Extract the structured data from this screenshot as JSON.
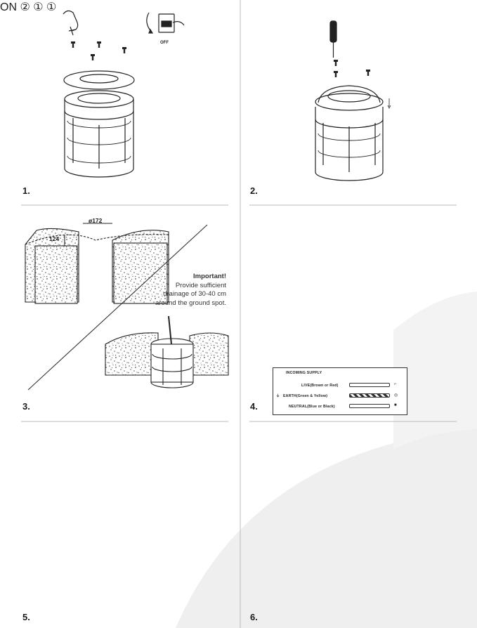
{
  "steps": [
    {
      "number": "1."
    },
    {
      "number": "2."
    },
    {
      "number": "3."
    },
    {
      "number": "4."
    },
    {
      "number": "5."
    },
    {
      "number": "6."
    }
  ],
  "switch_off_label": "OFF",
  "switch_on_label": "ON",
  "dimensions": {
    "diameter": "ø172",
    "depth": "124"
  },
  "important": {
    "title": "Important!",
    "lines": [
      "Provide sufficient",
      "drainage of 30-40 cm",
      "around the ground spot."
    ]
  },
  "wiring": {
    "title": "INCOMING SUPPLY",
    "live": "LIVE(Brown or Red)",
    "earth": "EARTH(Green & Yellow)",
    "neutral": "NEUTRAL(Blue or Black)",
    "earth_symbol": "⏚"
  },
  "callouts": {
    "circled_one": "①",
    "circled_two": "②"
  },
  "colors": {
    "line": "#222222",
    "background_arc": "#efefef",
    "gravel": "#555555"
  }
}
